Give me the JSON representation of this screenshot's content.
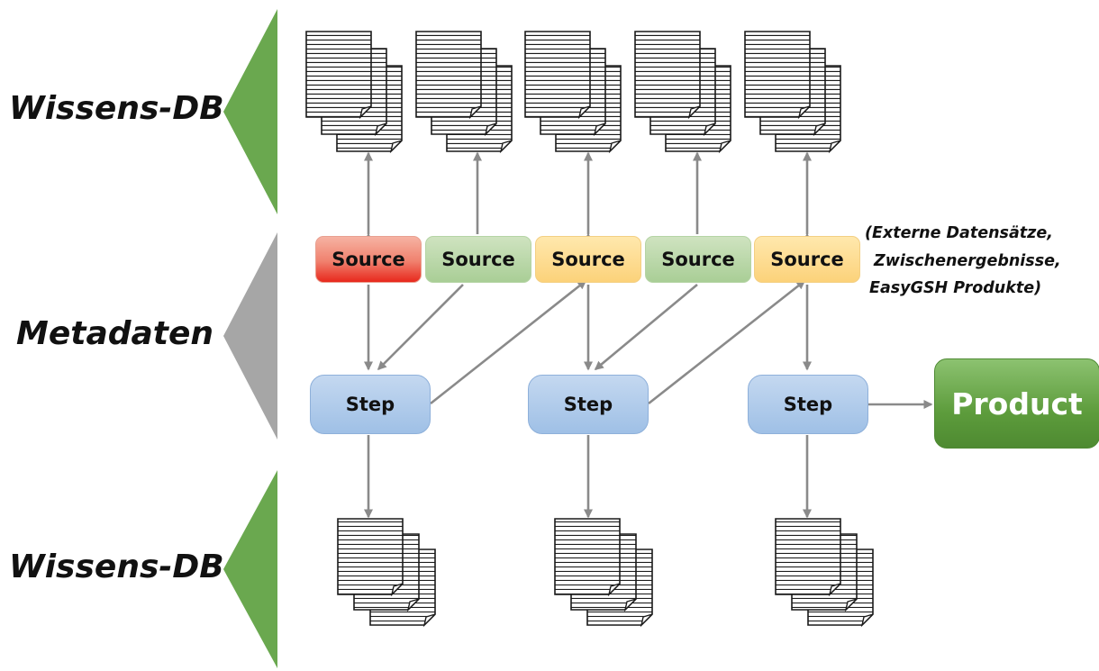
{
  "labels": {
    "top_db": "Wissens-DB",
    "metadata": "Metadaten",
    "bottom_db": "Wissens-DB"
  },
  "sources": [
    {
      "label": "Source",
      "color": "red"
    },
    {
      "label": "Source",
      "color": "green"
    },
    {
      "label": "Source",
      "color": "yellow"
    },
    {
      "label": "Source",
      "color": "green"
    },
    {
      "label": "Source",
      "color": "yellow"
    }
  ],
  "steps": [
    {
      "label": "Step"
    },
    {
      "label": "Step"
    },
    {
      "label": "Step"
    }
  ],
  "product": {
    "label": "Product"
  },
  "note": {
    "line1": "(Externe Datensätze,",
    "line2": "Zwischenergebnisse,",
    "line3": "EasyGSH Produkte)"
  },
  "colors": {
    "triangle_green": "#6aa84f",
    "triangle_gray": "#a6a6a6",
    "arrow": "#8a8a8a",
    "product": "#5d9c3c"
  },
  "icons": {
    "document_stack": "document-stack-icon"
  }
}
